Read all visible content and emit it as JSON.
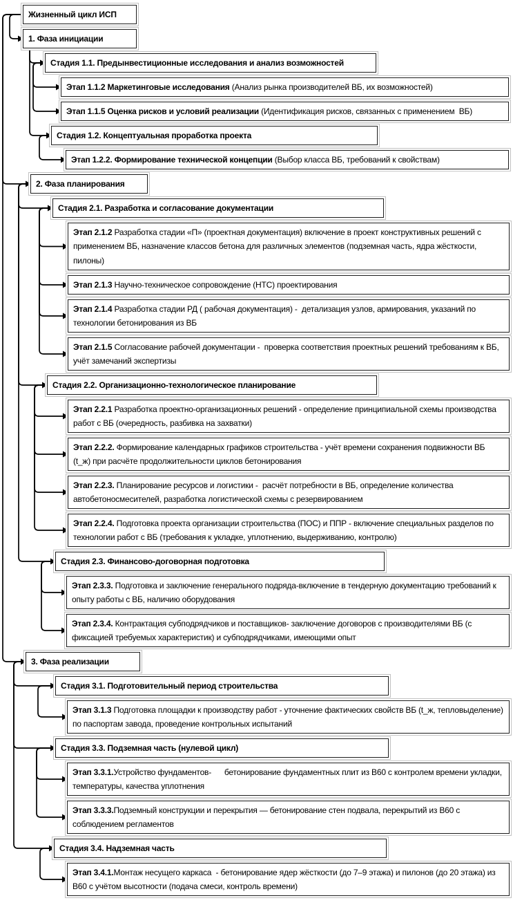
{
  "diagram": {
    "title": "Жизненный цикл ИСП",
    "colors": {
      "box_border": "#1c1c1c",
      "box_outline": "#c2c2c2",
      "box_background": "#ffffff",
      "connector": "#000000",
      "text": "#000000"
    },
    "nodes": [
      {
        "id": "root",
        "level": 0,
        "parent": null,
        "bold": "Жизненный цикл ИСП",
        "text": ""
      },
      {
        "id": "p1",
        "level": 1,
        "parent": "root",
        "bold": "1. Фаза инициации",
        "text": ""
      },
      {
        "id": "s11",
        "level": 2,
        "parent": "p1",
        "bold": "Стадия 1.1. Предынвестиционные исследования и анализ возможностей",
        "text": ""
      },
      {
        "id": "e112",
        "level": 3,
        "parent": "s11",
        "bold": "Этап 1.1.2 Маркетинговые исследования ",
        "text": "(Анализ рынка производителей ВБ, их возможностей)"
      },
      {
        "id": "e115",
        "level": 3,
        "parent": "s11",
        "bold": "Этап 1.1.5 Оценка рисков и условий реализации ",
        "text": "(Идентификация рисков, связанных с применением  ВБ)"
      },
      {
        "id": "s12",
        "level": 2,
        "parent": "p1",
        "bold": "Стадия 1.2. Концептуальная проработка проекта",
        "text": ""
      },
      {
        "id": "e122",
        "level": 3,
        "parent": "s12",
        "bold": "Этап 1.2.2. Формирование технической концепции ",
        "text": "(Выбор класса ВБ, требований к свойствам)"
      },
      {
        "id": "p2",
        "level": 1,
        "parent": "root",
        "bold": "2. Фаза планирования",
        "text": ""
      },
      {
        "id": "s21",
        "level": 2,
        "parent": "p2",
        "bold": "Стадия 2.1. Разработка и согласование документации",
        "text": ""
      },
      {
        "id": "e212",
        "level": 3,
        "parent": "s21",
        "bold": "Этап 2.1.2 ",
        "text": "Разработка стадии «П» (проектная документация) включение в проект конструктивных решений с применением ВБ, назначение классов бетона для различных элементов (подземная часть, ядра жёсткости, пилоны)"
      },
      {
        "id": "e213",
        "level": 3,
        "parent": "s21",
        "bold": "Этап 2.1.3 ",
        "text": "Научно-техническое сопровождение (НТС) проектирования"
      },
      {
        "id": "e214",
        "level": 3,
        "parent": "s21",
        "bold": "Этап 2.1.4 ",
        "text": "Разработка стадии РД ( рабочая документация) -  детализация узлов, армирования, указаний по технологии бетонирования из ВБ"
      },
      {
        "id": "e215",
        "level": 3,
        "parent": "s21",
        "bold": "Этап 2.1.5 ",
        "text": "Согласование рабочей документации -  проверка соответствия проектных решений требованиям к ВБ, учёт замечаний экспертизы"
      },
      {
        "id": "s22",
        "level": 2,
        "parent": "p2",
        "bold": "Стадия 2.2. Организационно-технологическое планирование",
        "text": ""
      },
      {
        "id": "e221",
        "level": 3,
        "parent": "s22",
        "bold": "Этап 2.2.1 ",
        "text": "Разработка проектно-организационных решений - определение принципиальной схемы производства работ с ВБ (очередность, разбивка на захватки)"
      },
      {
        "id": "e222",
        "level": 3,
        "parent": "s22",
        "bold": "Этап 2.2.2. ",
        "text": "Формирование календарных графиков строительства - учёт времени сохранения подвижности ВБ (t_ж) при расчёте продолжительности циклов бетонирования"
      },
      {
        "id": "e223",
        "level": 3,
        "parent": "s22",
        "bold": "Этап 2.2.3. ",
        "text": "Планирование ресурсов и логистики -  расчёт потребности в ВБ, определение количества автобетоносмесителей, разработка логистической схемы с резервированием"
      },
      {
        "id": "e224",
        "level": 3,
        "parent": "s22",
        "bold": "Этап 2.2.4. ",
        "text": "Подготовка проекта организации строительства (ПОС) и ППР - включение специальных разделов по технологии работ с ВБ (требования к укладке, уплотнению, выдерживанию, контролю)"
      },
      {
        "id": "s23",
        "level": 2,
        "parent": "p2",
        "bold": "Стадия 2.3. Финансово-договорная подготовка",
        "text": ""
      },
      {
        "id": "e233",
        "level": 3,
        "parent": "s23",
        "bold": "Этап 2.3.3. ",
        "text": "Подготовка и заключение генерального подряда-включение в тендерную документацию требований к опыту работы с ВБ, наличию оборудования"
      },
      {
        "id": "e234",
        "level": 3,
        "parent": "s23",
        "bold": "Этап 2.3.4. ",
        "text": "Контрактация субподрядчиков и поставщиков- заключение договоров с производителями ВБ (с фиксацией требуемых характеристик) и субподрядчиками, имеющими опыт"
      },
      {
        "id": "p3",
        "level": 1,
        "parent": "root",
        "bold": "3. Фаза реализации",
        "text": ""
      },
      {
        "id": "s31",
        "level": 2,
        "parent": "p3",
        "bold": "Стадия 3.1. Подготовительный период строительства",
        "text": ""
      },
      {
        "id": "e313",
        "level": 3,
        "parent": "s31",
        "bold": "Этап 3.1.3 ",
        "text": "Подготовка площадки к производству работ - уточнение фактических свойств ВБ (t_ж, тепловыделение) по паспортам завода, проведение контрольных испытаний"
      },
      {
        "id": "s33",
        "level": 2,
        "parent": "p3",
        "bold": "Стадия 3.3. Подземная часть (нулевой цикл)",
        "text": ""
      },
      {
        "id": "e331",
        "level": 3,
        "parent": "s33",
        "bold": "Этап 3.3.1.",
        "text": "Устройство фундаментов-      бетонирование фундаментных плит из В60 с контролем времени укладки, температуры, качества уплотнения"
      },
      {
        "id": "e333",
        "level": 3,
        "parent": "s33",
        "bold": "Этап 3.3.3.",
        "text": "Подземный конструкции и перекрытия — бетонирование стен подвала, перекрытий из В60 с соблюдением регламентов"
      },
      {
        "id": "s34",
        "level": 2,
        "parent": "p3",
        "bold": "Стадия 3.4. Надземная часть",
        "text": ""
      },
      {
        "id": "e341",
        "level": 3,
        "parent": "s34",
        "bold": "Этап 3.4.1.",
        "text": "Монтаж несущего каркаса  - бетонирование ядер жёсткости (до 7–9 этажа) и пилонов (до 20 этажа) из В60 с учётом высотности (подача смеси, контроль времени)"
      }
    ]
  }
}
